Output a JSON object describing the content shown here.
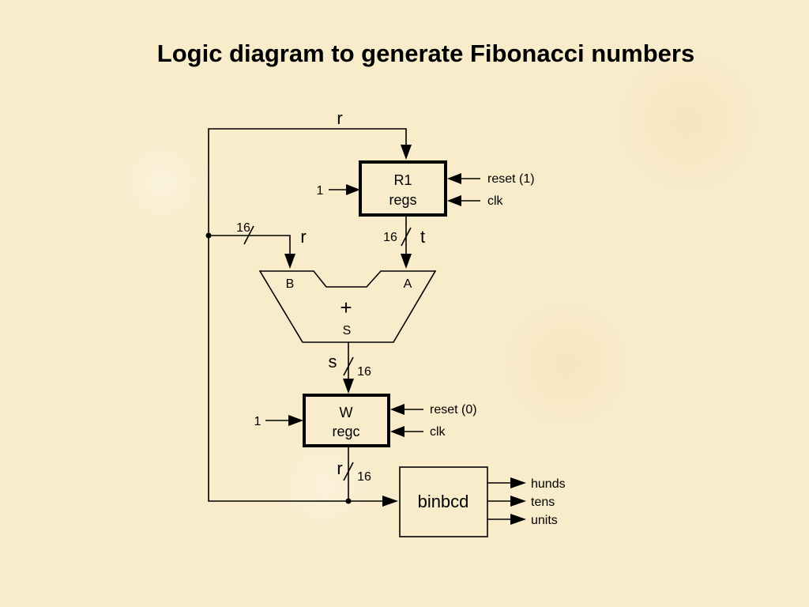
{
  "title": "Logic diagram to generate Fibonacci numbers",
  "diagram": {
    "r1_block": {
      "name": "R1",
      "type": "regs",
      "input_const": "1",
      "reset_label": "reset  (1)",
      "clk_label": "clk"
    },
    "adder": {
      "in_b": "B",
      "in_a": "A",
      "op": "+",
      "out": "S"
    },
    "w_block": {
      "name": "W",
      "type": "regc",
      "input_const": "1",
      "reset_label": "reset  (0)",
      "clk_label": "clk"
    },
    "binbcd_block": {
      "name": "binbcd",
      "outputs": [
        "hunds",
        "tens",
        "units"
      ]
    },
    "signals": {
      "r_top": "r",
      "r_b": "r",
      "t": "t",
      "s": "s",
      "r_out": "r",
      "width_b": "16",
      "width_t": "16",
      "width_s": "16",
      "width_r": "16"
    }
  }
}
